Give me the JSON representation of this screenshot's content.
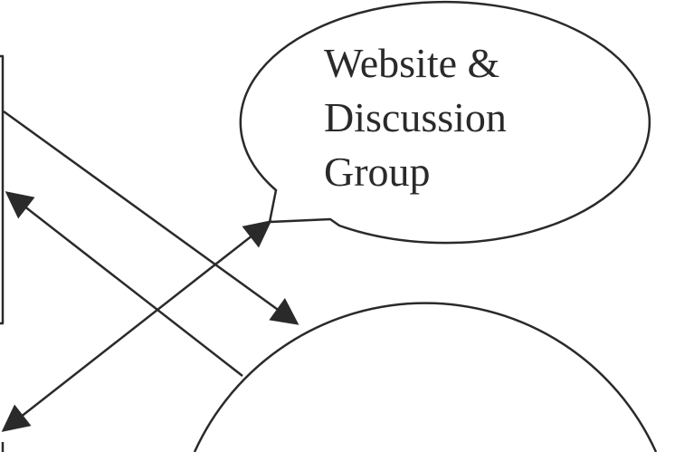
{
  "bubble": {
    "lines": [
      "Website &",
      "Discussion",
      "Group"
    ]
  },
  "colors": {
    "stroke": "#2a2a2a",
    "background": "#ffffff"
  }
}
